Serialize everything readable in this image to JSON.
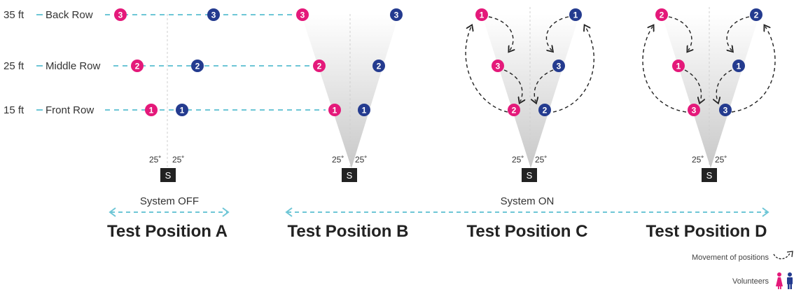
{
  "rows": [
    {
      "distance": "35 ft",
      "label": "Back Row"
    },
    {
      "distance": "25 ft",
      "label": "Middle Row"
    },
    {
      "distance": "15 ft",
      "label": "Front Row"
    }
  ],
  "positions": [
    {
      "title": "Test Position A",
      "angle_left": "25˚",
      "angle_right": "25˚",
      "speaker": "S",
      "pink": [
        "3",
        "2",
        "1"
      ],
      "blue": [
        "3",
        "2",
        "1"
      ]
    },
    {
      "title": "Test Position B",
      "angle_left": "25˚",
      "angle_right": "25˚",
      "speaker": "S",
      "pink": [
        "3",
        "2",
        "1"
      ],
      "blue": [
        "3",
        "2",
        "1"
      ]
    },
    {
      "title": "Test Position C",
      "angle_left": "25˚",
      "angle_right": "25˚",
      "speaker": "S",
      "pink": [
        "1",
        "3",
        "2"
      ],
      "blue": [
        "1",
        "3",
        "2"
      ]
    },
    {
      "title": "Test Position D",
      "angle_left": "25˚",
      "angle_right": "25˚",
      "speaker": "S",
      "pink": [
        "2",
        "1",
        "3"
      ],
      "blue": [
        "2",
        "1",
        "3"
      ]
    }
  ],
  "system_off_label": "System OFF",
  "system_on_label": "System ON",
  "legend": {
    "movement": "Movement of positions",
    "volunteers": "Volunteers"
  },
  "colors": {
    "pink": "#e4197a",
    "blue": "#243b8f",
    "dash": "#6ec6d6",
    "speaker": "#222222"
  }
}
